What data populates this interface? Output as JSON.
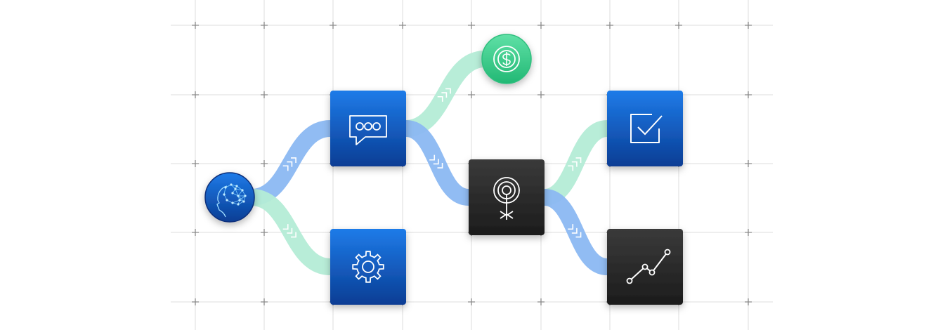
{
  "colors": {
    "grid": "#dcdcdc",
    "grid_cross": "#8a8a8a",
    "blue_flow": "#8bb8f2",
    "green_flow": "#b4ecd6",
    "blue_box_top": "#1e7be8",
    "blue_box_bottom": "#0a3d94",
    "dark_box_top": "#3a3a3a",
    "dark_box_bottom": "#1c1c1c",
    "green_circle": "#3ccf8e"
  },
  "nodes": [
    {
      "id": "brain",
      "icon": "ai-brain-head-icon",
      "shape": "circle",
      "style": "blue"
    },
    {
      "id": "chat",
      "icon": "chat-bubble-icon",
      "shape": "square",
      "style": "blue"
    },
    {
      "id": "gear",
      "icon": "gear-icon",
      "shape": "square",
      "style": "blue"
    },
    {
      "id": "dollar",
      "icon": "dollar-coin-icon",
      "shape": "circle",
      "style": "green"
    },
    {
      "id": "target",
      "icon": "target-antenna-icon",
      "shape": "square",
      "style": "dark"
    },
    {
      "id": "check",
      "icon": "checkbox-check-icon",
      "shape": "square",
      "style": "blue"
    },
    {
      "id": "chart",
      "icon": "line-chart-icon",
      "shape": "square",
      "style": "dark"
    }
  ],
  "edges": [
    {
      "from": "brain",
      "to": "chat",
      "style": "blue"
    },
    {
      "from": "brain",
      "to": "gear",
      "style": "green"
    },
    {
      "from": "chat",
      "to": "dollar",
      "style": "green"
    },
    {
      "from": "chat",
      "to": "target",
      "style": "blue"
    },
    {
      "from": "target",
      "to": "check",
      "style": "green"
    },
    {
      "from": "target",
      "to": "chart",
      "style": "blue"
    }
  ]
}
